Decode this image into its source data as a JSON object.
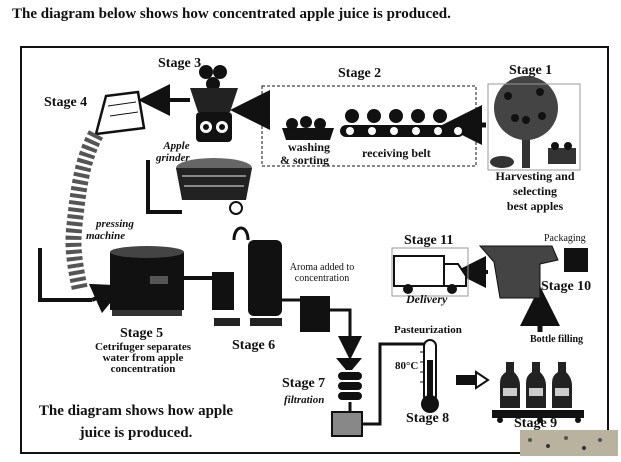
{
  "heading": "The diagram below shows how concentrated apple juice is produced.",
  "stages": {
    "s1": "Stage 1",
    "s2": "Stage 2",
    "s3": "Stage 3",
    "s4": "Stage 4",
    "s5": "Stage 5",
    "s6": "Stage 6",
    "s7": "Stage 7",
    "s8": "Stage 8",
    "s9": "Stage 9",
    "s10": "Stage 10",
    "s11": "Stage 11"
  },
  "labels": {
    "harvest_1": "Harvesting and",
    "harvest_2": "selecting",
    "harvest_3": "best apples",
    "receiving_belt": "receiving belt",
    "washing_1": "washing",
    "washing_2": "& sorting",
    "apple_1": "Apple",
    "apple_2": "grinder",
    "pressing_1": "pressing",
    "pressing_2": "machine",
    "aroma_1": "Aroma added to",
    "aroma_2": "concentration",
    "centrifuge_1": "Cetrifuger separates",
    "centrifuge_2": "water from apple",
    "centrifuge_3": "concentration",
    "filtration": "filtration",
    "pasteurization": "Pasteurization",
    "temp": "80°C",
    "bottle_filling": "Bottle filling",
    "packaging": "Packaging",
    "delivery": "Delivery"
  },
  "caption": {
    "line1": "The diagram shows how apple",
    "line2": "juice is produced."
  }
}
